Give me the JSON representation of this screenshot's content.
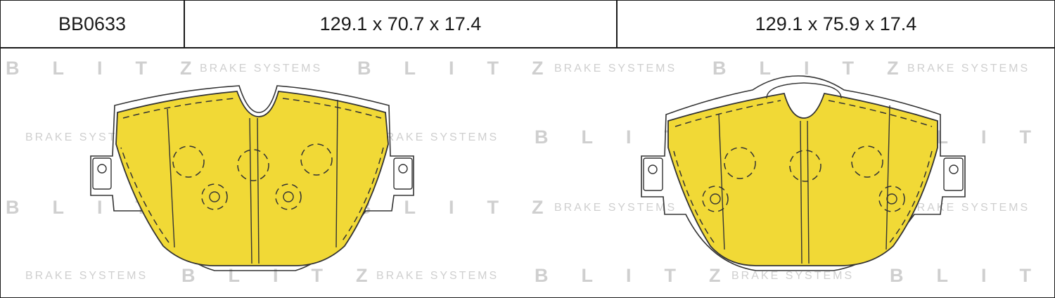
{
  "header": {
    "code": "BB0633",
    "dim_left": "129.1 x 70.7 x 17.4",
    "dim_right": "129.1 x 75.9 x 17.4"
  },
  "watermark": {
    "brand": "BLITZ",
    "tagline": "BRAKE SYSTEMS"
  },
  "colors": {
    "friction": "#f1d936",
    "outline": "#333333",
    "watermark": "#cfcfcf"
  }
}
